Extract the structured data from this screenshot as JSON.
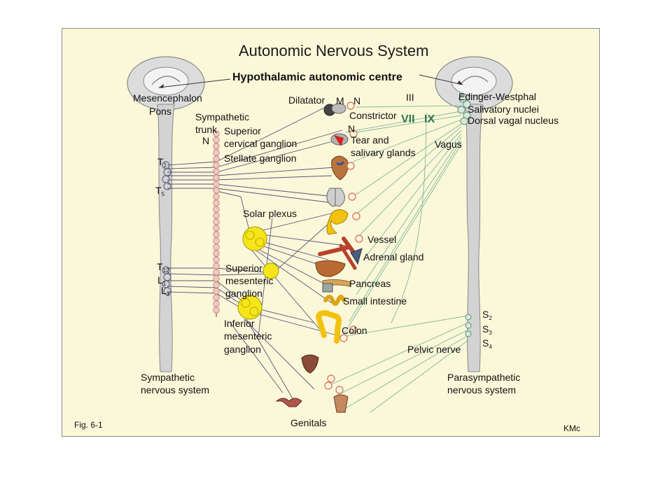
{
  "figure": {
    "title": "Autonomic Nervous System",
    "subtitle": "Hypothalamic autonomic centre",
    "fig_label": "Fig. 6-1",
    "author": "KMc"
  },
  "left_labels": {
    "mesencephalon": "Mesencephalon",
    "pons": "Pons",
    "sympathetic_trunk_1": "Sympathetic",
    "sympathetic_trunk_2": "trunk",
    "n": "N",
    "superior_cervical_1": "Superior",
    "superior_cervical_2": "cervical ganglion",
    "stellate": "Stellate ganglion",
    "t1": "T",
    "t1_sub": "1",
    "t5": "T",
    "t5_sub": "5",
    "t12": "T",
    "t12_sub": "12",
    "l1": "L",
    "l1_sub": "1",
    "l3": "L",
    "l3_sub": "3",
    "solar_plexus": "Solar plexus",
    "superior_mesenteric_1": "Superior",
    "superior_mesenteric_2": "mesenteric",
    "superior_mesenteric_3": "ganglion",
    "inferior_mesenteric_1": "Inferior",
    "inferior_mesenteric_2": "mesenteric",
    "inferior_mesenteric_3": "ganglion",
    "sympathetic_system_1": "Sympathetic",
    "sympathetic_system_2": "nervous system"
  },
  "center_labels": {
    "dilatator": "Dilatator",
    "m": "M",
    "n1": "N",
    "constrictor": "Constrictor",
    "n2": "N",
    "tear_1": "Tear and",
    "tear_2": "salivary glands",
    "vessel": "Vessel",
    "adrenal": "Adrenal gland",
    "pancreas": "Pancreas",
    "small_intestine": "Small intestine",
    "colon": "Colon",
    "pelvic_nerve": "Pelvic nerve",
    "genitals": "Genitals"
  },
  "right_labels": {
    "iii": "III",
    "vii": "VII",
    "ix": "IX",
    "edinger": "Edinger-Westphal",
    "salivatory": "Salivatory nuclei",
    "dorsal_vagal": "Dorsal vagal nucleus",
    "vagus": "Vagus",
    "s2": "S",
    "s2_sub": "2",
    "s3": "S",
    "s3_sub": "3",
    "s4": "S",
    "s4_sub": "4",
    "parasympathetic_1": "Parasympathetic",
    "parasympathetic_2": "nervous system"
  },
  "colors": {
    "background": "#fbf7d9",
    "sympathetic_fiber": "#55557a",
    "parasympathetic_fiber": "#7fb89a",
    "ganglion": "#f5e51a",
    "ganglion_small": "#e8c27a",
    "node": "#d96a5a",
    "spinal_cord": "#d3d3d3"
  }
}
